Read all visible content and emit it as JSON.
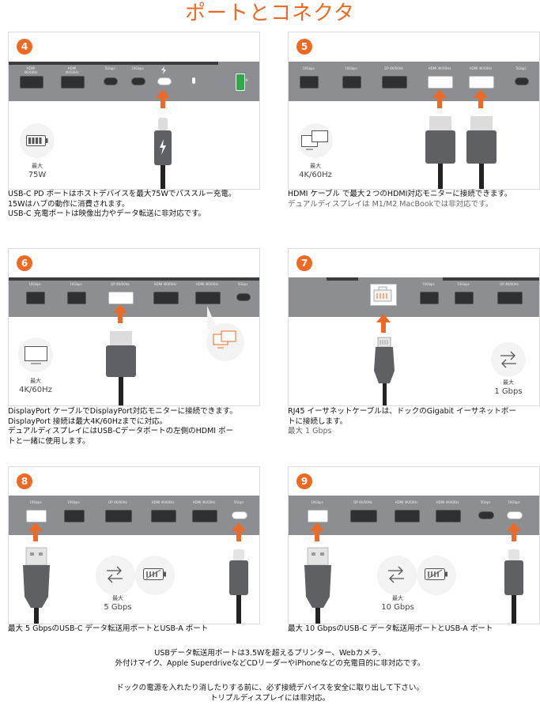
{
  "title": "ポートとコネクタ",
  "colors": {
    "accent": "#ee6a24",
    "dock": "#8c8e92",
    "port": "#2f3033",
    "cable": "#5f6063"
  },
  "panels": {
    "p4": {
      "num": "4",
      "spec_label": "最大",
      "spec_value": "75W",
      "icon": "battery-icon",
      "ports": [
        "HDMI 4K/60Hz",
        "HDMI 4K/60Hz",
        "5Gbps",
        "10Gbps",
        "",
        "",
        "OFF ON"
      ]
    },
    "p5": {
      "num": "5",
      "spec_label": "最大",
      "spec_value": "4K/60Hz",
      "icon": "dual-monitor-icon",
      "ports": [
        "10Gbps",
        "10Gbps",
        "DP 4K/60Hz",
        "HDMI 4K/60Hz",
        "HDMI 4K/60Hz",
        "5Gbps"
      ]
    },
    "p6": {
      "num": "6",
      "spec_label": "最大",
      "spec_value": "4K/60Hz",
      "icon": "monitor-icon",
      "ports": [
        "10Gbps",
        "10Gbps",
        "DP 4K/60Hz",
        "HDMI 4K/60Hz",
        "HDMI 4K/60Hz",
        "5Gbps"
      ]
    },
    "p7": {
      "num": "7",
      "spec_label": "最大",
      "spec_value": "1 Gbps",
      "icon": "transfer-arrows-icon",
      "ports": [
        "",
        "10Gbps",
        "10Gbps",
        "DP 4K/60Hz"
      ]
    },
    "p8": {
      "num": "8",
      "spec_label": "最大",
      "spec_value": "5 Gbps",
      "icon": "transfer-arrows-icon",
      "ports": [
        "10Gbps",
        "10Gbps",
        "DP 4K/60Hz",
        "HDMI 4K/60Hz",
        "HDMI 4K/60Hz",
        "5Gbps"
      ]
    },
    "p9": {
      "num": "9",
      "spec_label": "最大",
      "spec_value": "10 Gbps",
      "icon": "transfer-arrows-icon",
      "ports": [
        "10Gbps",
        "DP 4K/60Hz",
        "HDMI 4K/60Hz",
        "HDMI 4K/60Hz",
        "5Gbps",
        "10Gbps"
      ]
    }
  },
  "descriptions": {
    "d4": [
      "USB-C PD ポートはホストデバイスを最大75Wでパススルー充電。",
      "15Wはハブの動作に消費されます。",
      "USB-C 充電ポートは映像出力やデータ転送に非対応です。"
    ],
    "d5": [
      "HDMI ケーブル で最大２つのHDMI対応モニターに接続できます。",
      "デュアルディスプレイは M1/M2 MacBookでは非対応です。"
    ],
    "d6": [
      "DisplayPort ケーブルでDisplayPort対応モニターに接続できます。",
      "DisplayPort 接続は最大4K/60Hzまでに対応。",
      "デュアルディスプレイにはUSB-Cデータポートの左側のHDMI ポー",
      "トと一緒に使用します。"
    ],
    "d7": [
      "RJ45 イーサネットケーブルは、ドックのGigabit イーサネットポー",
      "トに接続します。",
      "最大 1 Gbps"
    ],
    "d8": [
      "最大 5 GbpsのUSB-C データ転送用ポートとUSB-A ポート"
    ],
    "d9": [
      "最大 10 GbpsのUSB-C データ転送用ポートとUSB-A ポート"
    ]
  },
  "notes": [
    "USBデータ転送用ポートは3.5Wを超えるプリンター、Webカメラ、",
    "外付けマイク、Apple SuperdriveなどCDリーダーやiPhoneなどの充電目的に非対応です。",
    "ドックの電源を入れたり消したりする前に、必ず接続デバイスを安全に取り出して下さい。",
    "トリプルディスプレイには非対応。"
  ]
}
